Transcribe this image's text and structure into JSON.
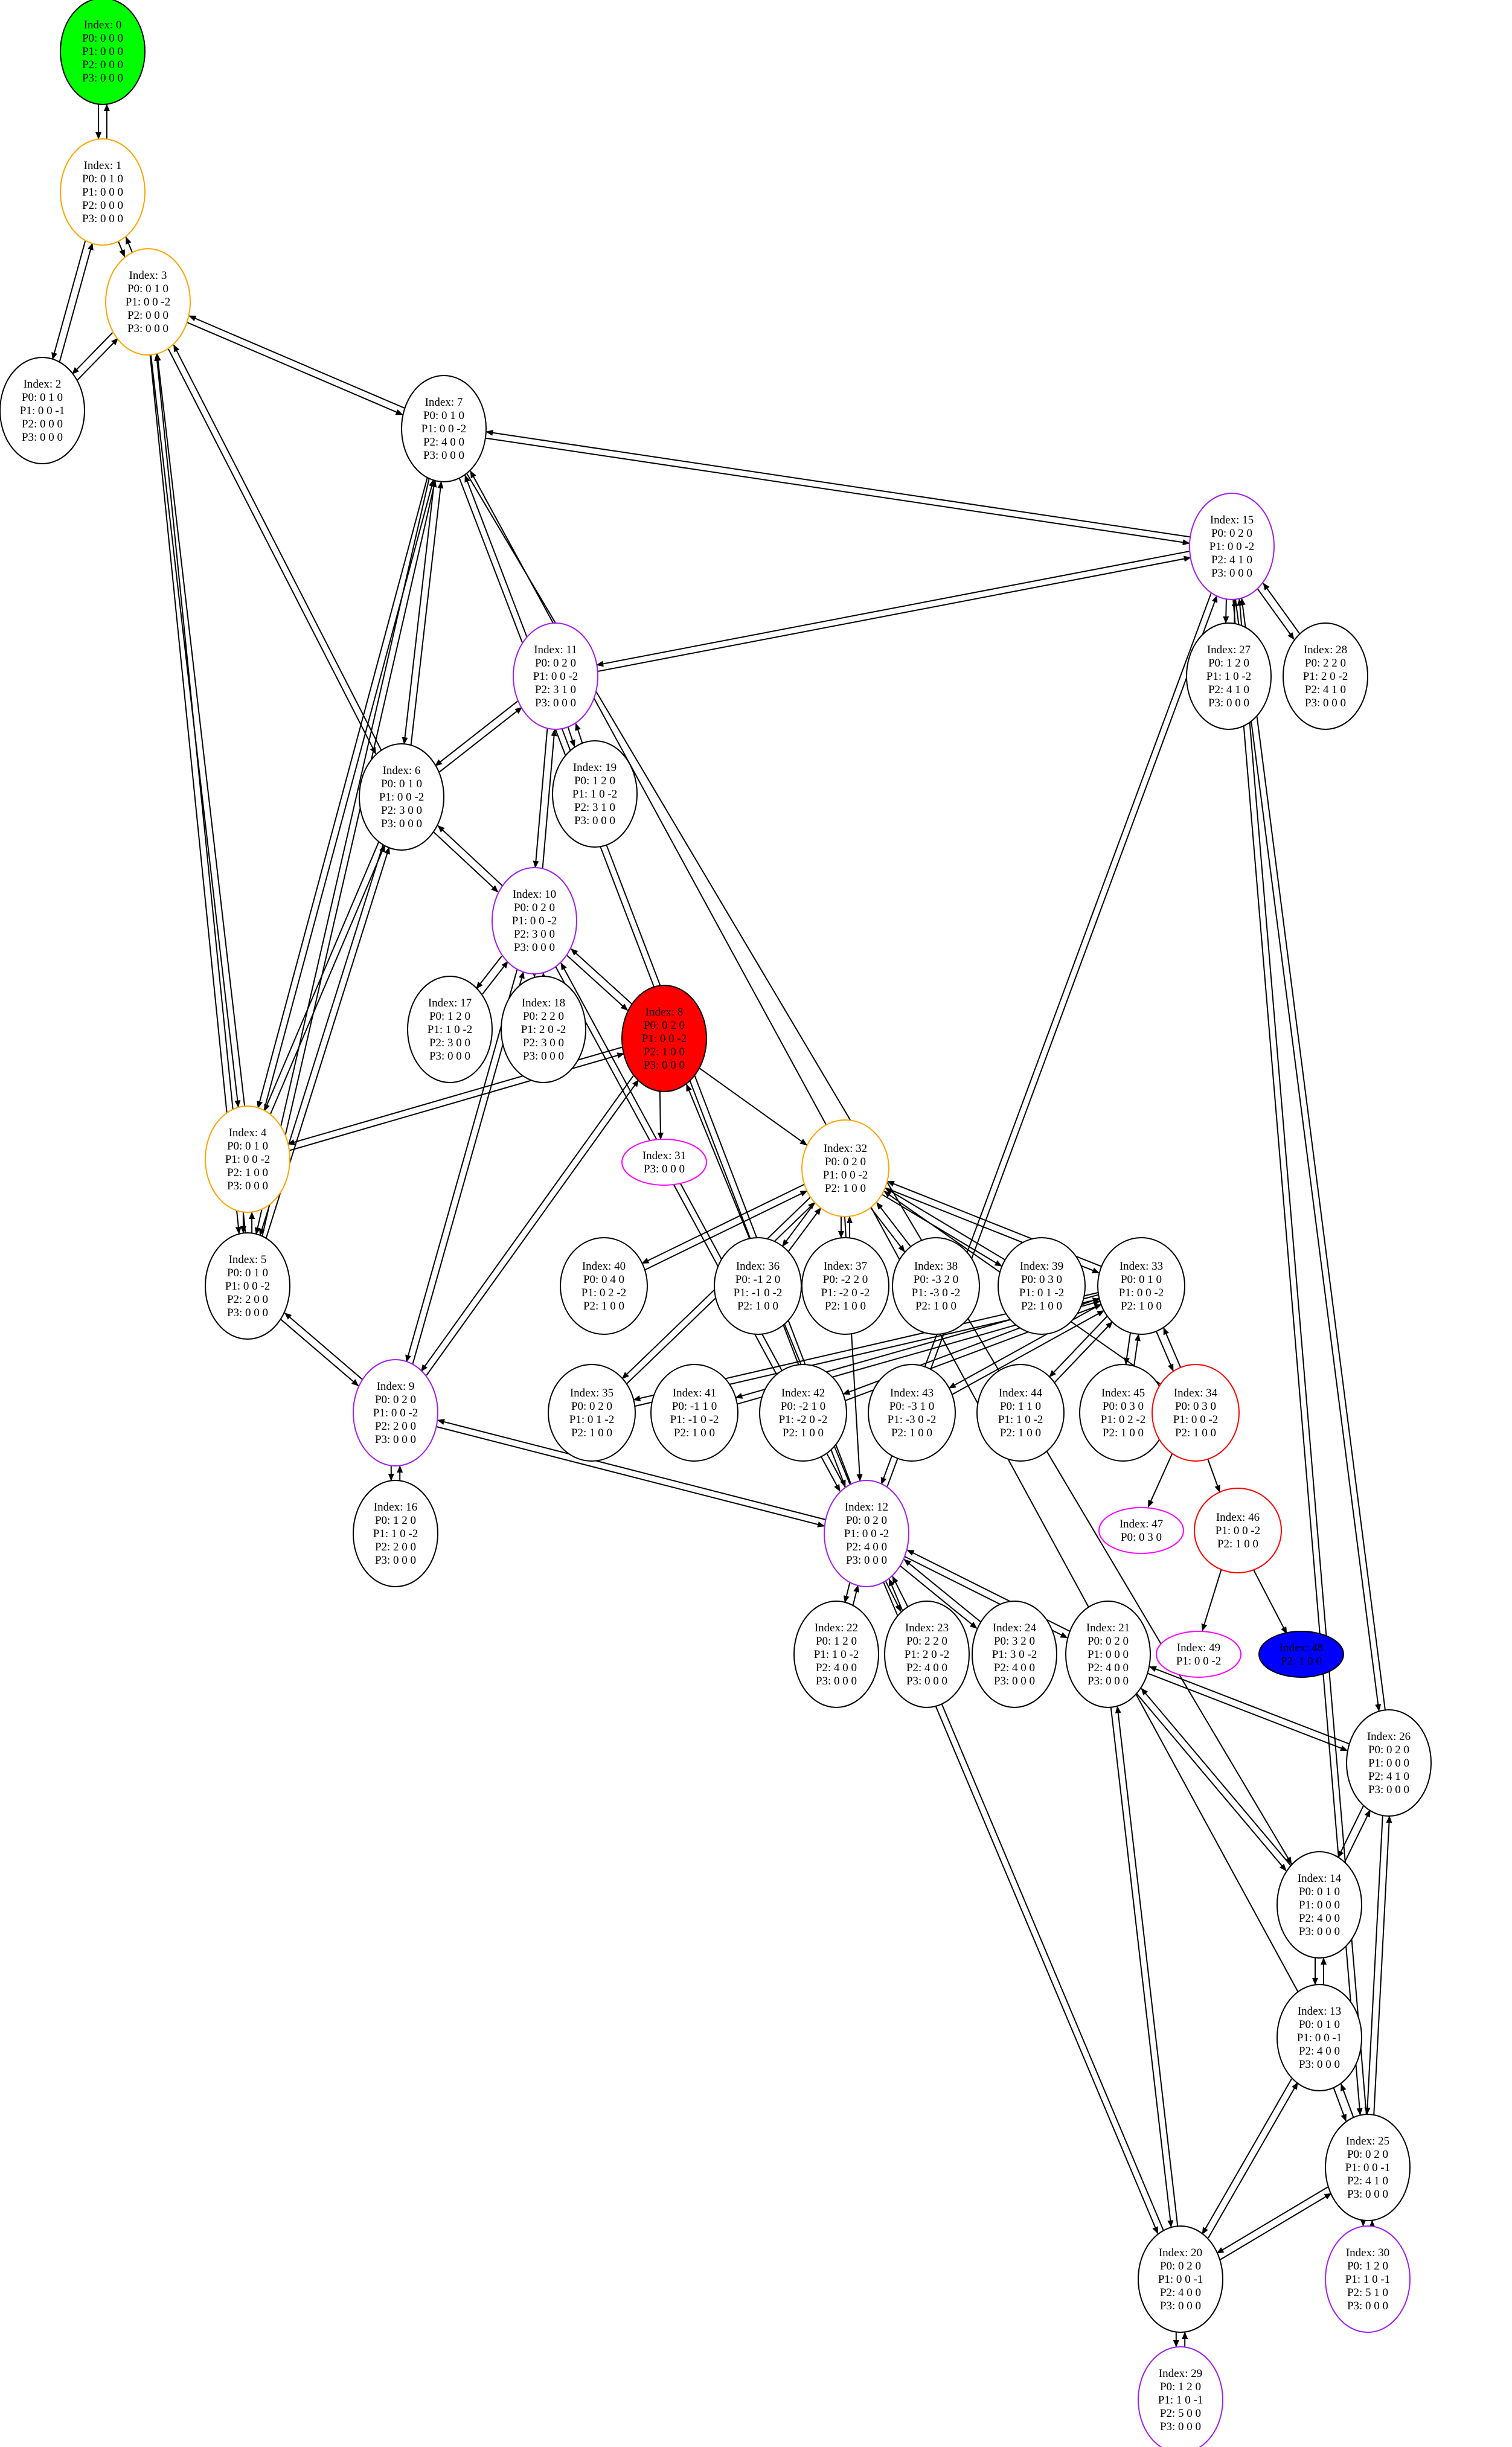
{
  "colors": {
    "green": "#00ff00",
    "red": "#ff0000",
    "blue": "#0000ff",
    "orange": "#ffa500",
    "purple": "#a020f0",
    "magenta": "#ff00ff",
    "black": "#000000"
  },
  "nodes": [
    {
      "id": 0,
      "lines": [
        "Index: 0",
        "P0: 0 0 0",
        "P1: 0 0 0",
        "P2: 0 0 0",
        "P3: 0 0 0"
      ],
      "stroke": "black",
      "fill": "green"
    },
    {
      "id": 1,
      "lines": [
        "Index: 1",
        "P0: 0 1 0",
        "P1: 0 0 0",
        "P2: 0 0 0",
        "P3: 0 0 0"
      ],
      "stroke": "orange"
    },
    {
      "id": 2,
      "lines": [
        "Index: 2",
        "P0: 0 1 0",
        "P1: 0 0 -1",
        "P2: 0 0 0",
        "P3: 0 0 0"
      ],
      "stroke": "black"
    },
    {
      "id": 3,
      "lines": [
        "Index: 3",
        "P0: 0 1 0",
        "P1: 0 0 -2",
        "P2: 0 0 0",
        "P3: 0 0 0"
      ],
      "stroke": "orange"
    },
    {
      "id": 7,
      "lines": [
        "Index: 7",
        "P0: 0 1 0",
        "P1: 0 0 -2",
        "P2: 4 0 0",
        "P3: 0 0 0"
      ],
      "stroke": "black"
    },
    {
      "id": 15,
      "lines": [
        "Index: 15",
        "P0: 0 2 0",
        "P1: 0 0 -2",
        "P2: 4 1 0",
        "P3: 0 0 0"
      ],
      "stroke": "purple"
    },
    {
      "id": 27,
      "lines": [
        "Index: 27",
        "P0: 1 2 0",
        "P1: 1 0 -2",
        "P2: 4 1 0",
        "P3: 0 0 0"
      ],
      "stroke": "black"
    },
    {
      "id": 28,
      "lines": [
        "Index: 28",
        "P0: 2 2 0",
        "P1: 2 0 -2",
        "P2: 4 1 0",
        "P3: 0 0 0"
      ],
      "stroke": "black"
    },
    {
      "id": 11,
      "lines": [
        "Index: 11",
        "P0: 0 2 0",
        "P1: 0 0 -2",
        "P2: 3 1 0",
        "P3: 0 0 0"
      ],
      "stroke": "purple"
    },
    {
      "id": 19,
      "lines": [
        "Index: 19",
        "P0: 1 2 0",
        "P1: 1 0 -2",
        "P2: 3 1 0",
        "P3: 0 0 0"
      ],
      "stroke": "black"
    },
    {
      "id": 6,
      "lines": [
        "Index: 6",
        "P0: 0 1 0",
        "P1: 0 0 -2",
        "P2: 3 0 0",
        "P3: 0 0 0"
      ],
      "stroke": "black"
    },
    {
      "id": 10,
      "lines": [
        "Index: 10",
        "P0: 0 2 0",
        "P1: 0 0 -2",
        "P2: 3 0 0",
        "P3: 0 0 0"
      ],
      "stroke": "purple"
    },
    {
      "id": 17,
      "lines": [
        "Index: 17",
        "P0: 1 2 0",
        "P1: 1 0 -2",
        "P2: 3 0 0",
        "P3: 0 0 0"
      ],
      "stroke": "black"
    },
    {
      "id": 18,
      "lines": [
        "Index: 18",
        "P0: 2 2 0",
        "P1: 2 0 -2",
        "P2: 3 0 0",
        "P3: 0 0 0"
      ],
      "stroke": "black"
    },
    {
      "id": 8,
      "lines": [
        "Index: 8",
        "P0: 0 2 0",
        "P1: 0 0 -2",
        "P2: 1 0 0",
        "P3: 0 0 0"
      ],
      "stroke": "black",
      "fill": "red"
    },
    {
      "id": 31,
      "lines": [
        "Index: 31",
        "P3: 0 0 0"
      ],
      "stroke": "magenta"
    },
    {
      "id": 4,
      "lines": [
        "Index: 4",
        "P0: 0 1 0",
        "P1: 0 0 -2",
        "P2: 1 0 0",
        "P3: 0 0 0"
      ],
      "stroke": "orange"
    },
    {
      "id": 32,
      "lines": [
        "Index: 32",
        "P0: 0 2 0",
        "P1: 0 0 -2",
        "P2: 1 0 0"
      ],
      "stroke": "orange"
    },
    {
      "id": 5,
      "lines": [
        "Index: 5",
        "P0: 0 1 0",
        "P1: 0 0 -2",
        "P2: 2 0 0",
        "P3: 0 0 0"
      ],
      "stroke": "black"
    },
    {
      "id": 40,
      "lines": [
        "Index: 40",
        "P0: 0 4 0",
        "P1: 0 2 -2",
        "P2: 1 0 0"
      ],
      "stroke": "black"
    },
    {
      "id": 36,
      "lines": [
        "Index: 36",
        "P0: -1 2 0",
        "P1: -1 0 -2",
        "P2: 1 0 0"
      ],
      "stroke": "black"
    },
    {
      "id": 37,
      "lines": [
        "Index: 37",
        "P0: -2 2 0",
        "P1: -2 0 -2",
        "P2: 1 0 0"
      ],
      "stroke": "black"
    },
    {
      "id": 38,
      "lines": [
        "Index: 38",
        "P0: -3 2 0",
        "P1: -3 0 -2",
        "P2: 1 0 0"
      ],
      "stroke": "black"
    },
    {
      "id": 39,
      "lines": [
        "Index: 39",
        "P0: 0 3 0",
        "P1: 0 1 -2",
        "P2: 1 0 0"
      ],
      "stroke": "black"
    },
    {
      "id": 33,
      "lines": [
        "Index: 33",
        "P0: 0 1 0",
        "P1: 0 0 -2",
        "P2: 1 0 0"
      ],
      "stroke": "black"
    },
    {
      "id": 9,
      "lines": [
        "Index: 9",
        "P0: 0 2 0",
        "P1: 0 0 -2",
        "P2: 2 0 0",
        "P3: 0 0 0"
      ],
      "stroke": "purple"
    },
    {
      "id": 35,
      "lines": [
        "Index: 35",
        "P0: 0 2 0",
        "P1: 0 1 -2",
        "P2: 1 0 0"
      ],
      "stroke": "black"
    },
    {
      "id": 41,
      "lines": [
        "Index: 41",
        "P0: -1 1 0",
        "P1: -1 0 -2",
        "P2: 1 0 0"
      ],
      "stroke": "black"
    },
    {
      "id": 42,
      "lines": [
        "Index: 42",
        "P0: -2 1 0",
        "P1: -2 0 -2",
        "P2: 1 0 0"
      ],
      "stroke": "black"
    },
    {
      "id": 43,
      "lines": [
        "Index: 43",
        "P0: -3 1 0",
        "P1: -3 0 -2",
        "P2: 1 0 0"
      ],
      "stroke": "black"
    },
    {
      "id": 44,
      "lines": [
        "Index: 44",
        "P0: 1 1 0",
        "P1: 1 0 -2",
        "P2: 1 0 0"
      ],
      "stroke": "black"
    },
    {
      "id": 45,
      "lines": [
        "Index: 45",
        "P0: 0 3 0",
        "P1: 0 2 -2",
        "P2: 1 0 0"
      ],
      "stroke": "black"
    },
    {
      "id": 34,
      "lines": [
        "Index: 34",
        "P0: 0 3 0",
        "P1: 0 0 -2",
        "P2: 1 0 0"
      ],
      "stroke": "red"
    },
    {
      "id": 16,
      "lines": [
        "Index: 16",
        "P0: 1 2 0",
        "P1: 1 0 -2",
        "P2: 2 0 0",
        "P3: 0 0 0"
      ],
      "stroke": "black"
    },
    {
      "id": 12,
      "lines": [
        "Index: 12",
        "P0: 0 2 0",
        "P1: 0 0 -2",
        "P2: 4 0 0",
        "P3: 0 0 0"
      ],
      "stroke": "purple"
    },
    {
      "id": 47,
      "lines": [
        "Index: 47",
        "P0: 0 3 0"
      ],
      "stroke": "magenta"
    },
    {
      "id": 46,
      "lines": [
        "Index: 46",
        "P1: 0 0 -2",
        "P2: 1 0 0"
      ],
      "stroke": "red"
    },
    {
      "id": 22,
      "lines": [
        "Index: 22",
        "P0: 1 2 0",
        "P1: 1 0 -2",
        "P2: 4 0 0",
        "P3: 0 0 0"
      ],
      "stroke": "black"
    },
    {
      "id": 23,
      "lines": [
        "Index: 23",
        "P0: 2 2 0",
        "P1: 2 0 -2",
        "P2: 4 0 0",
        "P3: 0 0 0"
      ],
      "stroke": "black"
    },
    {
      "id": 24,
      "lines": [
        "Index: 24",
        "P0: 3 2 0",
        "P1: 3 0 -2",
        "P2: 4 0 0",
        "P3: 0 0 0"
      ],
      "stroke": "black"
    },
    {
      "id": 21,
      "lines": [
        "Index: 21",
        "P0: 0 2 0",
        "P1: 0 0 0",
        "P2: 4 0 0",
        "P3: 0 0 0"
      ],
      "stroke": "black"
    },
    {
      "id": 49,
      "lines": [
        "Index: 49",
        "P1: 0 0 -2"
      ],
      "stroke": "magenta"
    },
    {
      "id": 48,
      "lines": [
        "Index: 48",
        "P2: 1 0 0"
      ],
      "stroke": "black",
      "fill": "blue"
    },
    {
      "id": 26,
      "lines": [
        "Index: 26",
        "P0: 0 2 0",
        "P1: 0 0 0",
        "P2: 4 1 0",
        "P3: 0 0 0"
      ],
      "stroke": "black"
    },
    {
      "id": 14,
      "lines": [
        "Index: 14",
        "P0: 0 1 0",
        "P1: 0 0 0",
        "P2: 4 0 0",
        "P3: 0 0 0"
      ],
      "stroke": "black"
    },
    {
      "id": 13,
      "lines": [
        "Index: 13",
        "P0: 0 1 0",
        "P1: 0 0 -1",
        "P2: 4 0 0",
        "P3: 0 0 0"
      ],
      "stroke": "black"
    },
    {
      "id": 25,
      "lines": [
        "Index: 25",
        "P0: 0 2 0",
        "P1: 0 0 -1",
        "P2: 4 1 0",
        "P3: 0 0 0"
      ],
      "stroke": "black"
    },
    {
      "id": 20,
      "lines": [
        "Index: 20",
        "P0: 0 2 0",
        "P1: 0 0 -1",
        "P2: 4 0 0",
        "P3: 0 0 0"
      ],
      "stroke": "black"
    },
    {
      "id": 30,
      "lines": [
        "Index: 30",
        "P0: 1 2 0",
        "P1: 1 0 -1",
        "P2: 5 1 0",
        "P3: 0 0 0"
      ],
      "stroke": "purple"
    },
    {
      "id": 29,
      "lines": [
        "Index: 29",
        "P0: 1 2 0",
        "P1: 1 0 -1",
        "P2: 5 0 0",
        "P3: 0 0 0"
      ],
      "stroke": "purple"
    }
  ],
  "edges": [
    [
      0,
      1
    ],
    [
      1,
      0
    ],
    [
      1,
      2
    ],
    [
      2,
      1
    ],
    [
      1,
      3
    ],
    [
      3,
      1
    ],
    [
      2,
      3
    ],
    [
      3,
      2
    ],
    [
      3,
      7
    ],
    [
      7,
      3
    ],
    [
      3,
      6
    ],
    [
      6,
      3
    ],
    [
      3,
      4
    ],
    [
      4,
      3
    ],
    [
      3,
      5
    ],
    [
      5,
      3
    ],
    [
      7,
      15
    ],
    [
      15,
      7
    ],
    [
      7,
      6
    ],
    [
      6,
      7
    ],
    [
      7,
      4
    ],
    [
      4,
      7
    ],
    [
      7,
      5
    ],
    [
      5,
      7
    ],
    [
      7,
      12
    ],
    [
      12,
      7
    ],
    [
      7,
      14
    ],
    [
      13,
      7
    ],
    [
      15,
      27
    ],
    [
      27,
      15
    ],
    [
      15,
      28
    ],
    [
      28,
      15
    ],
    [
      15,
      11
    ],
    [
      11,
      15
    ],
    [
      15,
      12
    ],
    [
      12,
      15
    ],
    [
      15,
      26
    ],
    [
      26,
      15
    ],
    [
      15,
      25
    ],
    [
      25,
      15
    ],
    [
      11,
      19
    ],
    [
      19,
      11
    ],
    [
      11,
      6
    ],
    [
      6,
      11
    ],
    [
      11,
      10
    ],
    [
      10,
      11
    ],
    [
      6,
      10
    ],
    [
      10,
      6
    ],
    [
      6,
      4
    ],
    [
      4,
      6
    ],
    [
      6,
      5
    ],
    [
      5,
      6
    ],
    [
      10,
      17
    ],
    [
      17,
      10
    ],
    [
      10,
      18
    ],
    [
      18,
      10
    ],
    [
      10,
      8
    ],
    [
      8,
      10
    ],
    [
      10,
      9
    ],
    [
      9,
      10
    ],
    [
      10,
      12
    ],
    [
      12,
      10
    ],
    [
      8,
      4
    ],
    [
      4,
      8
    ],
    [
      8,
      31
    ],
    [
      8,
      32
    ],
    [
      8,
      9
    ],
    [
      9,
      8
    ],
    [
      12,
      8
    ],
    [
      4,
      5
    ],
    [
      5,
      4
    ],
    [
      5,
      9
    ],
    [
      9,
      5
    ],
    [
      32,
      40
    ],
    [
      40,
      32
    ],
    [
      32,
      36
    ],
    [
      36,
      32
    ],
    [
      32,
      37
    ],
    [
      37,
      32
    ],
    [
      32,
      38
    ],
    [
      38,
      32
    ],
    [
      32,
      39
    ],
    [
      39,
      32
    ],
    [
      32,
      33
    ],
    [
      33,
      32
    ],
    [
      32,
      35
    ],
    [
      35,
      32
    ],
    [
      32,
      12
    ],
    [
      34,
      32
    ],
    [
      33,
      35
    ],
    [
      35,
      33
    ],
    [
      33,
      41
    ],
    [
      41,
      33
    ],
    [
      33,
      42
    ],
    [
      42,
      33
    ],
    [
      33,
      43
    ],
    [
      43,
      33
    ],
    [
      33,
      44
    ],
    [
      44,
      33
    ],
    [
      33,
      45
    ],
    [
      45,
      33
    ],
    [
      33,
      34
    ],
    [
      34,
      33
    ],
    [
      34,
      47
    ],
    [
      34,
      46
    ],
    [
      46,
      49
    ],
    [
      46,
      48
    ],
    [
      9,
      16
    ],
    [
      16,
      9
    ],
    [
      9,
      12
    ],
    [
      12,
      9
    ],
    [
      12,
      22
    ],
    [
      22,
      12
    ],
    [
      12,
      23
    ],
    [
      23,
      12
    ],
    [
      12,
      24
    ],
    [
      24,
      12
    ],
    [
      12,
      21
    ],
    [
      21,
      12
    ],
    [
      12,
      20
    ],
    [
      20,
      12
    ],
    [
      21,
      26
    ],
    [
      26,
      21
    ],
    [
      21,
      14
    ],
    [
      14,
      21
    ],
    [
      21,
      20
    ],
    [
      20,
      21
    ],
    [
      26,
      14
    ],
    [
      14,
      26
    ],
    [
      26,
      25
    ],
    [
      25,
      26
    ],
    [
      14,
      13
    ],
    [
      13,
      14
    ],
    [
      13,
      25
    ],
    [
      25,
      13
    ],
    [
      13,
      20
    ],
    [
      20,
      13
    ],
    [
      25,
      20
    ],
    [
      20,
      25
    ],
    [
      25,
      30
    ],
    [
      30,
      25
    ],
    [
      20,
      29
    ],
    [
      29,
      20
    ]
  ]
}
